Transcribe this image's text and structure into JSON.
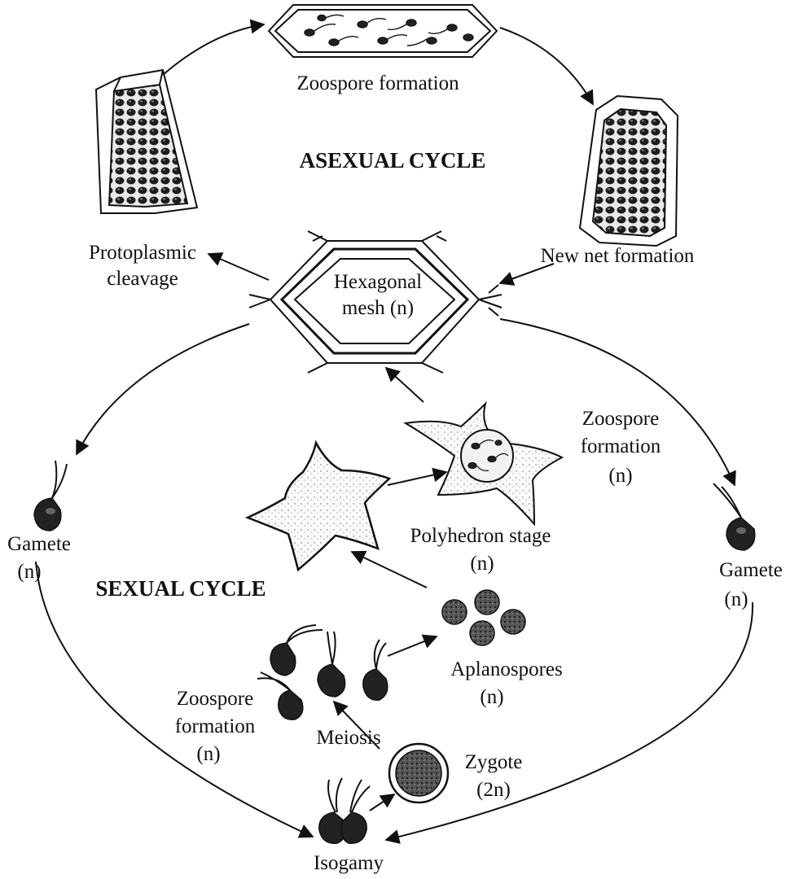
{
  "asexual_cycle": {
    "heading": "ASEXUAL CYCLE",
    "zoospore_formation": "Zoospore formation",
    "protoplasmic_cleavage": [
      "Protoplasmic",
      "cleavage"
    ],
    "new_net_formation": "New net formation",
    "hexagonal_mesh": [
      "Hexagonal",
      "mesh (n)"
    ]
  },
  "sexual_cycle": {
    "heading": "SEXUAL CYCLE",
    "gamete_left": [
      "Gamete",
      "(n)"
    ],
    "gamete_right": [
      "Gamete",
      "(n)"
    ],
    "zoospore_formation_right": [
      "Zoospore",
      "formation",
      "(n)"
    ],
    "polyhedron_stage": [
      "Polyhedron stage",
      "(n)"
    ],
    "aplanospores": [
      "Aplanospores",
      "(n)"
    ],
    "zoospore_formation_left": [
      "Zoospore",
      "formation",
      "(n)"
    ],
    "meiosis": "Meiosis",
    "zygote": [
      "Zygote",
      "(2n)"
    ],
    "isogamy": "Isogamy"
  }
}
